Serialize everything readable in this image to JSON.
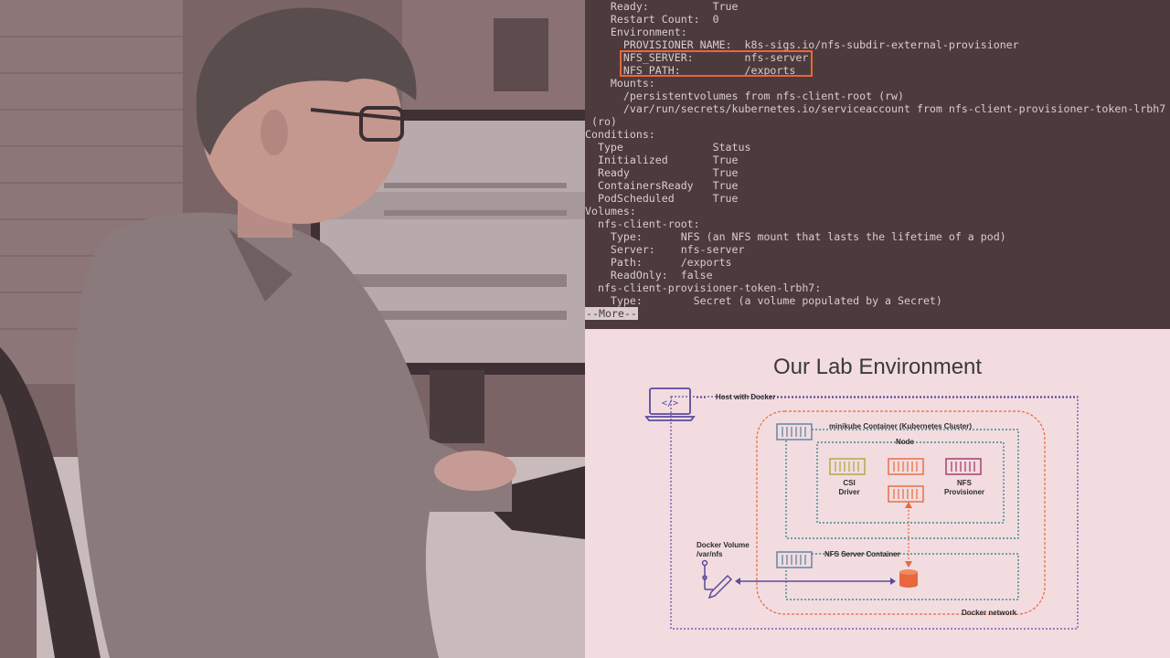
{
  "terminal": {
    "lines": [
      "    Ready:          True",
      "    Restart Count:  0",
      "    Environment:",
      "      PROVISIONER_NAME:  k8s-sigs.io/nfs-subdir-external-provisioner",
      "      NFS_SERVER:        nfs-server",
      "      NFS_PATH:          /exports",
      "    Mounts:",
      "      /persistentvolumes from nfs-client-root (rw)",
      "      /var/run/secrets/kubernetes.io/serviceaccount from nfs-client-provisioner-token-lrbh7",
      " (ro)",
      "Conditions:",
      "  Type              Status",
      "  Initialized       True",
      "  Ready             True",
      "  ContainersReady   True",
      "  PodScheduled      True",
      "Volumes:",
      "  nfs-client-root:",
      "    Type:      NFS (an NFS mount that lasts the lifetime of a pod)",
      "    Server:    nfs-server",
      "    Path:      /exports",
      "    ReadOnly:  false",
      "  nfs-client-provisioner-token-lrbh7:",
      "    Type:        Secret (a volume populated by a Secret)"
    ],
    "pager_prompt": "--More--"
  },
  "slide": {
    "title": "Our Lab Environment",
    "labels": {
      "host": "Host with Docker",
      "minikube": "minikube Container (Kubernetes Cluster)",
      "node": "Node",
      "csi_line1": "CSI",
      "csi_line2": "Driver",
      "nfs_prov_line1": "NFS",
      "nfs_prov_line2": "Provisioner",
      "docker_volume_line1": "Docker Volume",
      "docker_volume_line2": "/var/nfs",
      "nfs_server": "NFS Server Container",
      "docker_network": "Docker network"
    },
    "colors": {
      "purple": "#5b4a9e",
      "orange": "#e8673c",
      "teal": "#1f7a8c",
      "blue": "#5a7fa6",
      "olive": "#a8a83c",
      "magenta": "#a0336b"
    }
  }
}
